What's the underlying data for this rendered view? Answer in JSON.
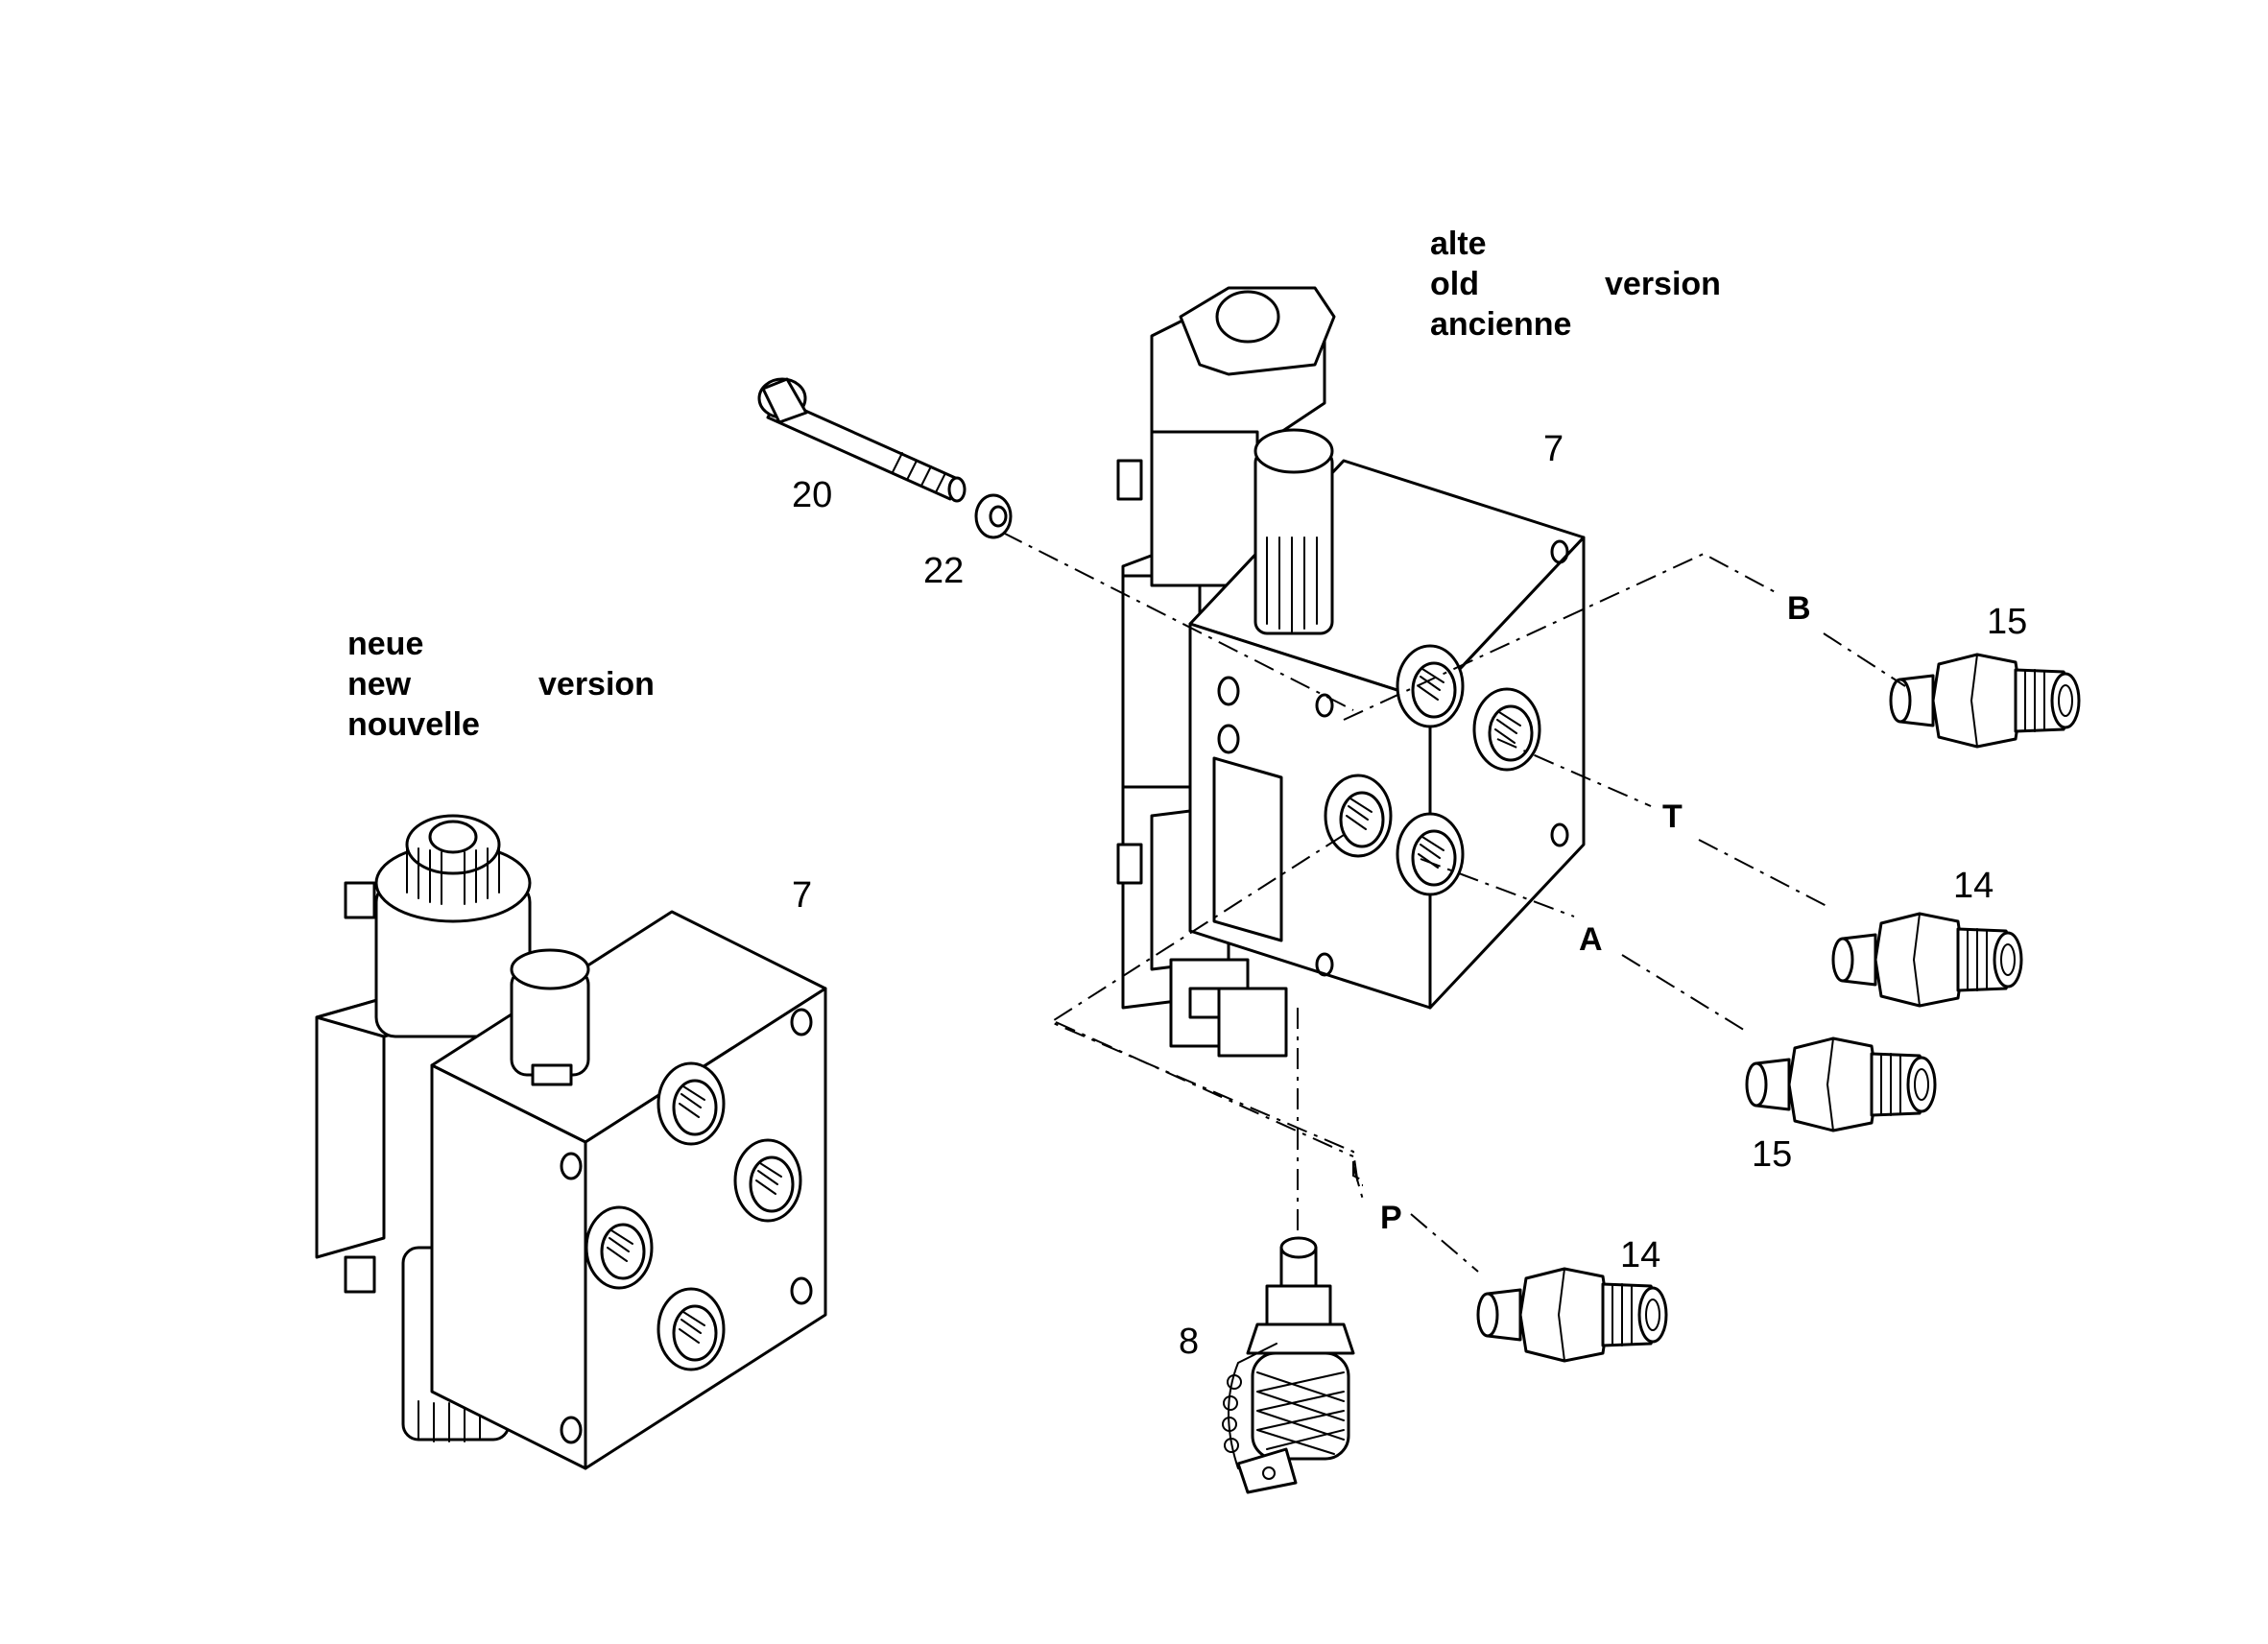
{
  "labels": {
    "old_version": {
      "line1": "alte",
      "line2": "old",
      "line3": "ancienne",
      "word": "version"
    },
    "new_version": {
      "line1": "neue",
      "line2": "new",
      "line3": "nouvelle",
      "word": "version"
    }
  },
  "ports": {
    "b": "B",
    "t": "T",
    "a": "A",
    "p": "P"
  },
  "callouts": {
    "valve_old": "7",
    "valve_new": "7",
    "screw": "20",
    "washer": "22",
    "fitting_b": "15",
    "fitting_t": "14",
    "fitting_a": "15",
    "fitting_p": "14",
    "sensor": "8"
  }
}
